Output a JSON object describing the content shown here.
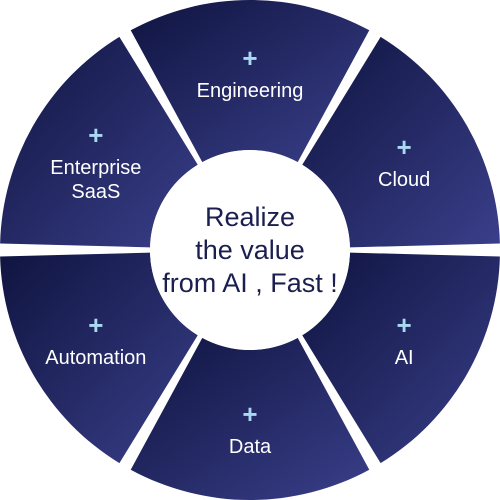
{
  "center": {
    "lines": [
      "Realize",
      "the value",
      "from AI , Fast !"
    ]
  },
  "segments": [
    {
      "id": "engineering",
      "label_lines": [
        "Engineering"
      ],
      "plus": "+"
    },
    {
      "id": "cloud",
      "label_lines": [
        "Cloud"
      ],
      "plus": "+"
    },
    {
      "id": "ai",
      "label_lines": [
        "AI"
      ],
      "plus": "+"
    },
    {
      "id": "data",
      "label_lines": [
        "Data"
      ],
      "plus": "+"
    },
    {
      "id": "automation",
      "label_lines": [
        "Automation"
      ],
      "plus": "+"
    },
    {
      "id": "enterprise-saas",
      "label_lines": [
        "Enterprise",
        "SaaS"
      ],
      "plus": "+"
    }
  ],
  "colors": {
    "segment_dark": "#0f1440",
    "segment_light": "#3a3f8a",
    "plus": "#a9d8f0",
    "label": "#ffffff",
    "center_fill": "#ffffff",
    "center_text": "#1b1f4f",
    "gap": "#ffffff"
  }
}
